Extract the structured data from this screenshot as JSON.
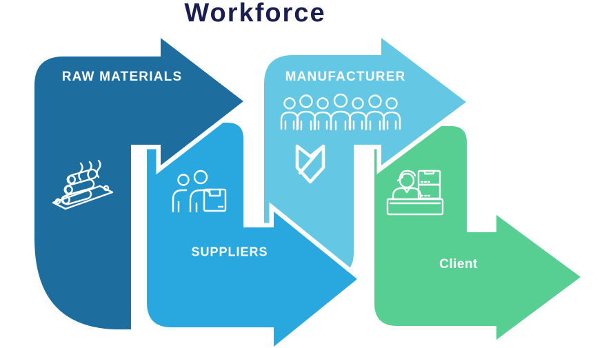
{
  "title": "Workforce",
  "title_color": "#1a1d4f",
  "stages": [
    {
      "label": "RAW MATERIALS",
      "color": "#1d6e9e",
      "icon": "raw-materials-tray-icon"
    },
    {
      "label": "SUPPLIERS",
      "color": "#29a8e0",
      "icon": "supplier-people-box-icon"
    },
    {
      "label": "MANUFACTURER",
      "color": "#64c7e4",
      "icons": [
        "workers-crowd-icon",
        "shield-logo-icon"
      ]
    },
    {
      "label": "Client",
      "color": "#57cf92",
      "icon": "client-counter-boxes-icon"
    }
  ]
}
